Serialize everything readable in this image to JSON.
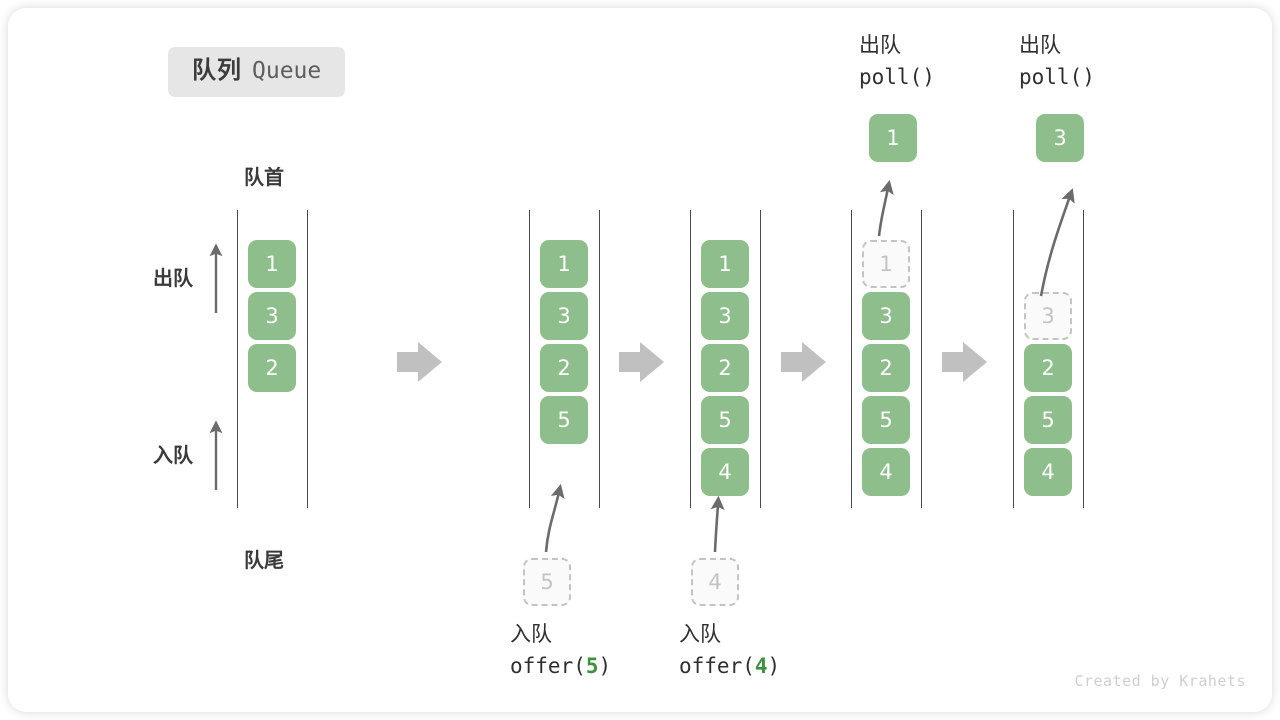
{
  "title": {
    "cn": "队列",
    "en": "Queue"
  },
  "annotations": {
    "front": "队首",
    "rear": "队尾",
    "dequeue_side": "出队",
    "enqueue_side": "入队"
  },
  "watermark": "Created by Krahets",
  "colors": {
    "element": "#8ebe8b",
    "ghost_border": "#c3c3c3",
    "ghost_fill": "#fafafa",
    "rail": "#4a4a4a",
    "arrow": "#6b6b6b",
    "step_arrow": "#c0c0c0",
    "code_accent": "#3f9142",
    "badge_bg": "#e6e6e6",
    "text": "#3a3a3a"
  },
  "steps": [
    {
      "id": "initial",
      "cells": [
        {
          "value": "1",
          "state": "solid"
        },
        {
          "value": "3",
          "state": "solid"
        },
        {
          "value": "2",
          "state": "solid"
        }
      ],
      "operation": null,
      "incoming": null,
      "popped": null
    },
    {
      "id": "offer-5",
      "cells": [
        {
          "value": "1",
          "state": "solid"
        },
        {
          "value": "3",
          "state": "solid"
        },
        {
          "value": "2",
          "state": "solid"
        },
        {
          "value": "5",
          "state": "solid"
        }
      ],
      "operation": {
        "cn": "入队",
        "code_prefix": "offer(",
        "code_value": "5",
        "code_suffix": ")"
      },
      "incoming": {
        "value": "5",
        "state": "ghost"
      },
      "popped": null
    },
    {
      "id": "offer-4",
      "cells": [
        {
          "value": "1",
          "state": "solid"
        },
        {
          "value": "3",
          "state": "solid"
        },
        {
          "value": "2",
          "state": "solid"
        },
        {
          "value": "5",
          "state": "solid"
        },
        {
          "value": "4",
          "state": "solid"
        }
      ],
      "operation": {
        "cn": "入队",
        "code_prefix": "offer(",
        "code_value": "4",
        "code_suffix": ")"
      },
      "incoming": {
        "value": "4",
        "state": "ghost"
      },
      "popped": null
    },
    {
      "id": "poll-1",
      "cells": [
        {
          "value": "1",
          "state": "ghost"
        },
        {
          "value": "3",
          "state": "solid"
        },
        {
          "value": "2",
          "state": "solid"
        },
        {
          "value": "5",
          "state": "solid"
        },
        {
          "value": "4",
          "state": "solid"
        }
      ],
      "operation": {
        "cn": "出队",
        "code_prefix": "poll(",
        "code_value": "",
        "code_suffix": ")"
      },
      "incoming": null,
      "popped": {
        "value": "1",
        "state": "solid"
      }
    },
    {
      "id": "poll-3",
      "cells": [
        {
          "value": "",
          "state": "empty"
        },
        {
          "value": "3",
          "state": "ghost"
        },
        {
          "value": "2",
          "state": "solid"
        },
        {
          "value": "5",
          "state": "solid"
        },
        {
          "value": "4",
          "state": "solid"
        }
      ],
      "operation": {
        "cn": "出队",
        "code_prefix": "poll(",
        "code_value": "",
        "code_suffix": ")"
      },
      "incoming": null,
      "popped": {
        "value": "3",
        "state": "solid"
      }
    }
  ]
}
